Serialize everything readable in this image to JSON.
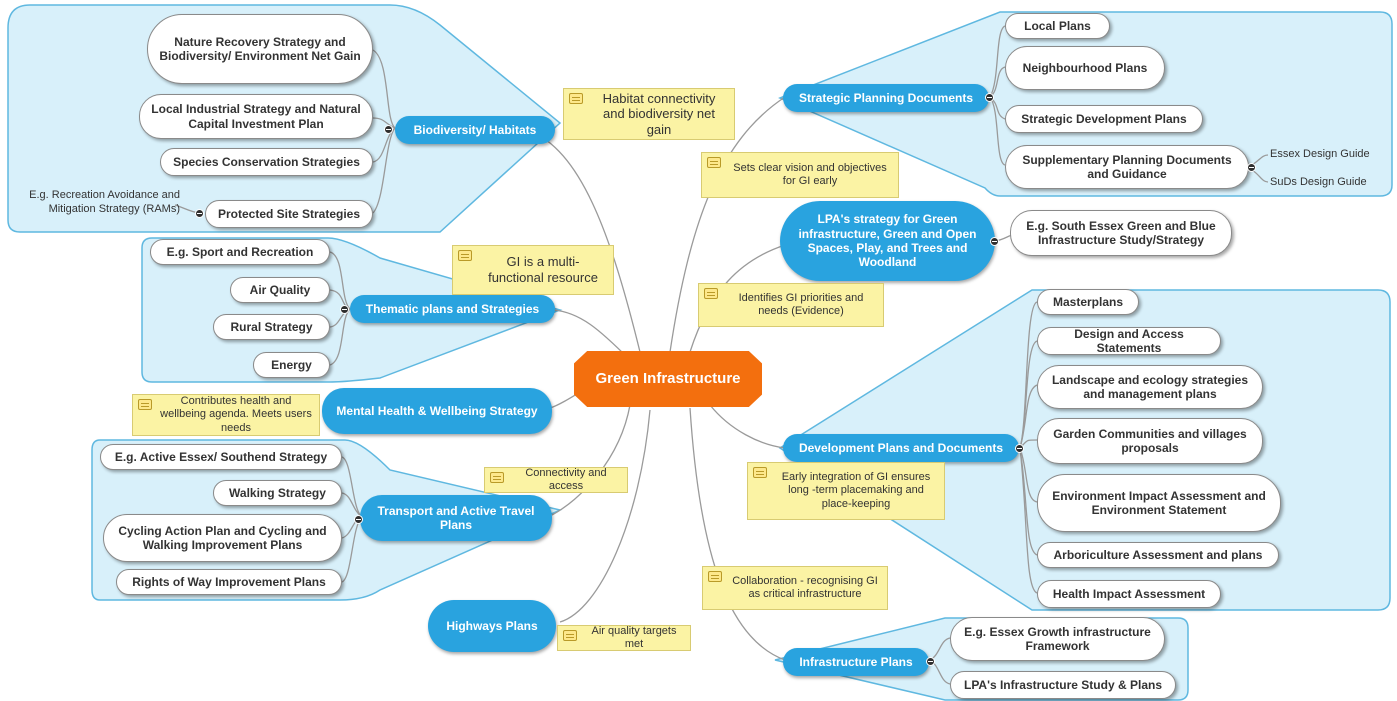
{
  "center": {
    "label": "Green Infrastructure"
  },
  "branches": {
    "biodiversity": {
      "label": "Biodiversity/ Habitats",
      "items": [
        "Nature Recovery Strategy and Biodiversity/ Environment Net Gain",
        "Local Industrial Strategy and Natural Capital Investment Plan",
        "Species Conservation Strategies",
        "Protected Site Strategies"
      ],
      "sub_item": "E.g. Recreation Avoidance and Mitigation Strategy (RAMs)"
    },
    "thematic": {
      "label": "Thematic plans and Strategies",
      "items": [
        "E.g. Sport and Recreation",
        "Air Quality",
        "Rural Strategy",
        "Energy"
      ]
    },
    "mental_health": {
      "label": "Mental Health & Wellbeing Strategy"
    },
    "transport": {
      "label": "Transport and Active Travel Plans",
      "items": [
        "E.g. Active Essex/ Southend Strategy",
        "Walking Strategy",
        "Cycling Action Plan and Cycling and Walking Improvement Plans",
        "Rights of Way Improvement Plans"
      ]
    },
    "highways": {
      "label": "Highways Plans"
    },
    "strategic": {
      "label": "Strategic Planning Documents",
      "items": [
        "Local Plans",
        "Neighbourhood Plans",
        "Strategic Development Plans",
        "Supplementary Planning Documents and Guidance"
      ],
      "sub_items": [
        "Essex Design Guide",
        "SuDs Design Guide"
      ]
    },
    "lpa": {
      "label": "LPA's strategy for Green infrastructure, Green and Open Spaces, Play, and Trees and Woodland",
      "items": [
        "E.g. South Essex Green and Blue Infrastructure Study/Strategy"
      ]
    },
    "development": {
      "label": "Development Plans and Documents",
      "items": [
        "Masterplans",
        "Design and Access Statements",
        "Landscape and ecology strategies and management plans",
        "Garden Communities and villages proposals",
        "Environment Impact Assessment and Environment Statement",
        "Arboriculture Assessment and plans",
        "Health Impact Assessment"
      ]
    },
    "infrastructure": {
      "label": "Infrastructure Plans",
      "items": [
        "E.g. Essex Growth infrastructure Framework",
        "LPA's Infrastructure Study & Plans"
      ]
    }
  },
  "notes": {
    "habitat": "Habitat connectivity and biodiversity net gain",
    "multifunctional": "GI is a multi-functional resource",
    "health": "Contributes health and wellbeing agenda. Meets users needs",
    "connectivity": "Connectivity and access",
    "air": "Air quality targets met",
    "vision": "Sets clear vision and objectives for GI early",
    "priorities": "Identifies GI priorities and needs (Evidence)",
    "integration": "Early integration of GI ensures long -term placemaking and place-keeping",
    "collaboration": "Collaboration - recognising GI as critical infrastructure"
  },
  "colors": {
    "center": "#f36f0e",
    "hub": "#29a3df",
    "group_fill": "#d8f0fa",
    "group_stroke": "#5fb8e0",
    "note_fill": "#fbf3a4",
    "connector": "#9a9a9a"
  },
  "icons": {
    "note": "note-icon",
    "collapse": "collapse-dot-icon"
  }
}
